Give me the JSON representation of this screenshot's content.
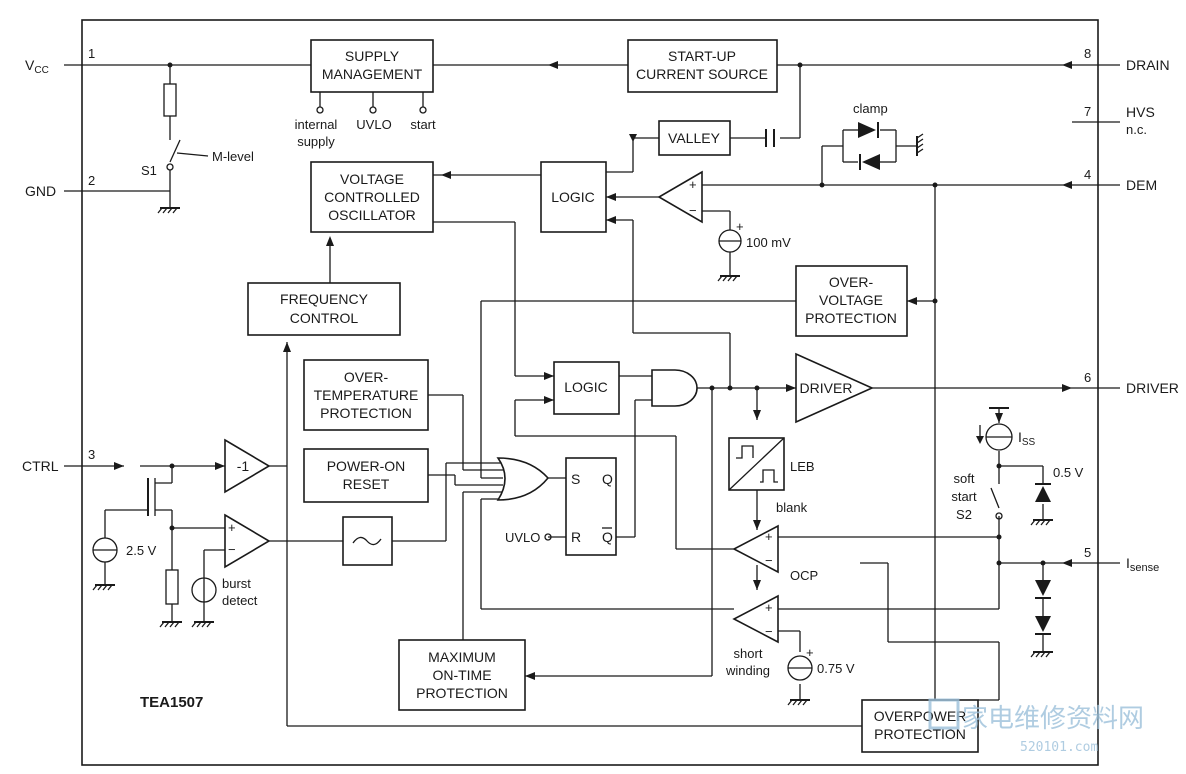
{
  "chip_name": "TEA1507",
  "pins": {
    "vcc": {
      "number": "1",
      "label": "V",
      "sub": "CC"
    },
    "gnd": {
      "number": "2",
      "label": "GND"
    },
    "ctrl": {
      "number": "3",
      "label": "CTRL"
    },
    "dem": {
      "number": "4",
      "label": "DEM"
    },
    "isense": {
      "number": "5",
      "label": "I",
      "sub": "sense"
    },
    "driver": {
      "number": "6",
      "label": "DRIVER"
    },
    "hvs": {
      "number": "7",
      "label": "HVS",
      "note": "n.c."
    },
    "drain": {
      "number": "8",
      "label": "DRAIN"
    }
  },
  "blocks": {
    "supply_management": [
      "SUPPLY",
      "MANAGEMENT"
    ],
    "startup_current_source": [
      "START-UP",
      "CURRENT SOURCE"
    ],
    "valley": [
      "VALLEY"
    ],
    "logic_top": [
      "LOGIC"
    ],
    "vco": [
      "VOLTAGE",
      "CONTROLLED",
      "OSCILLATOR"
    ],
    "frequency_control": [
      "FREQUENCY",
      "CONTROL"
    ],
    "overvoltage_protection": [
      "OVER-",
      "VOLTAGE",
      "PROTECTION"
    ],
    "overtemperature_protection": [
      "OVER-",
      "TEMPERATURE",
      "PROTECTION"
    ],
    "logic_mid": [
      "LOGIC"
    ],
    "driver": [
      "DRIVER"
    ],
    "power_on_reset": [
      "POWER-ON",
      "RESET"
    ],
    "max_on_time_protection": [
      "MAXIMUM",
      "ON-TIME",
      "PROTECTION"
    ],
    "overpower_protection": [
      "OVERPOWER",
      "PROTECTION"
    ],
    "leb": "LEB",
    "inverter": "-1"
  },
  "labels": {
    "internal_supply": [
      "internal",
      "supply"
    ],
    "uvlo_out": "UVLO",
    "start": "start",
    "s1": "S1",
    "m_level": "M-level",
    "clamp": "clamp",
    "ref_100mv": "100 mV",
    "ref_2_5v": "2.5 V",
    "burst_detect": [
      "burst",
      "detect"
    ],
    "blank": "blank",
    "ocp": "OCP",
    "short_winding": [
      "short",
      "winding"
    ],
    "ref_0_75v": "0.75 V",
    "iss": {
      "main": "I",
      "sub": "SS"
    },
    "ref_0_5v": "0.5 V",
    "soft_start": [
      "soft",
      "start",
      "S2"
    ],
    "uvlo_in": "UVLO",
    "ff_s": "S",
    "ff_r": "R",
    "ff_q": "Q",
    "ff_qbar": "Q",
    "plus": "+",
    "minus": "−"
  },
  "watermark": {
    "text": "家电维修资料网",
    "url": "520101.com"
  }
}
